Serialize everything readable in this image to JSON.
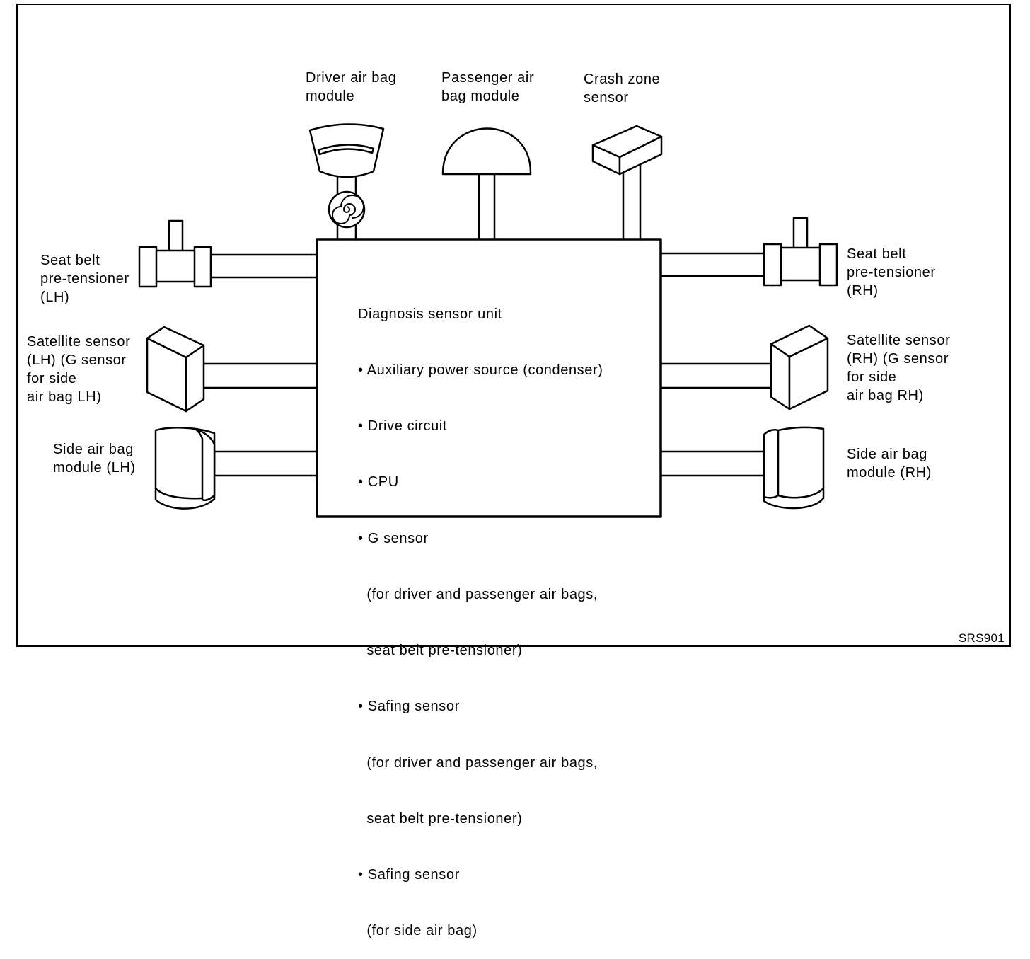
{
  "labels": {
    "driver_airbag": "Driver air bag\nmodule",
    "passenger_airbag": "Passenger air\nbag module",
    "crash_zone": "Crash zone\nsensor",
    "seatbelt_lh": "Seat belt\npre-tensioner\n(LH)",
    "seatbelt_rh": "Seat belt\npre-tensioner\n(RH)",
    "satellite_lh": "Satellite sensor\n(LH) (G sensor\nfor side\nair bag LH)",
    "satellite_rh": "Satellite sensor\n(RH) (G sensor\nfor side\nair bag RH)",
    "side_airbag_lh": "Side air bag\nmodule (LH)",
    "side_airbag_rh": "Side air bag\nmodule (RH)"
  },
  "diagnosis_unit": {
    "title": "Diagnosis sensor unit",
    "items": [
      "• Auxiliary power source (condenser)",
      "• Drive circuit",
      "• CPU",
      "• G sensor",
      "  (for driver and passenger air bags,",
      "  seat belt pre-tensioner)",
      "• Safing sensor",
      "  (for driver and passenger air bags,",
      "  seat belt pre-tensioner)",
      "• Safing sensor",
      "  (for side air bag)"
    ]
  },
  "figure_code": "SRS901"
}
